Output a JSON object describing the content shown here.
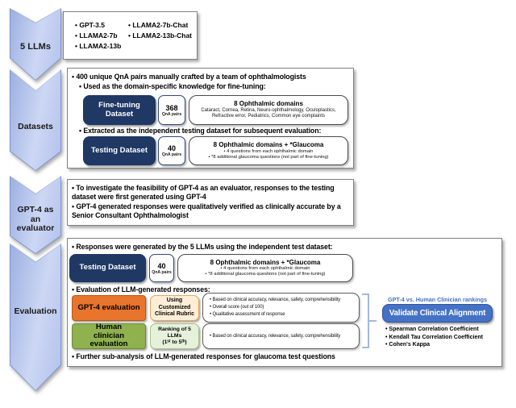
{
  "colors": {
    "stage_chevron_blue": "#b7c6ec",
    "dataset_navy": "#1f3864",
    "gpt4_orange": "#e8752b",
    "rubric_cream": "#fdeed8",
    "clinician_green": "#8fb14e",
    "ranking_light_green": "#e6f1dc",
    "alignment_blue": "#4472c4"
  },
  "stages": [
    {
      "label": "5 LLMs"
    },
    {
      "label": "Datasets"
    },
    {
      "label": "GPT-4 as an evaluator"
    },
    {
      "label": "Evaluation"
    }
  ],
  "llms": {
    "col1": [
      "GPT-3.5",
      "LLAMA2-7b",
      "LLAMA2-13b"
    ],
    "col2": [
      "LLAMA2-7b-Chat",
      "LLAMA2-13b-Chat"
    ]
  },
  "datasets": {
    "bullet_main": "400 unique QnA pairs manually crafted by a team of ophthalmologists",
    "bullet_finetune": "Used as the domain-specific knowledge for fine-tuning:",
    "bullet_testing": "Extracted as the independent testing dataset for subsequent evaluation:",
    "finetune_row": {
      "name": "Fine-tuning Dataset",
      "count": "368",
      "count_unit": "QnA pairs",
      "domains_title": "8 Ophthalmic domains",
      "domains_text": "Cataract, Cornea, Retina, Neuro-ophthalmology, Oculoplastics, Refractive error, Pediatrics, Common eye complaints"
    },
    "testing_row": {
      "name": "Testing Dataset",
      "count": "40",
      "count_unit": "QnA pairs",
      "domains_title": "8 Ophthalmic domains + *Glaucoma",
      "detail1": "4 questions from each ophthalmic domain",
      "detail2": "*8 additional glaucoma questions (not part of fine-tuning)"
    }
  },
  "gpt4_evaluator": {
    "bullet1": "To investigate the feasibility of GPT-4 as an evaluator, responses to the testing dataset were first generated using GPT-4",
    "bullet2": "GPT-4 generated responses were qualitatively verified as clinically accurate by a Senior Consultant Ophthalmologist"
  },
  "evaluation": {
    "bullet_responses": "Responses were generated by the 5 LLMs using the independent test dataset:",
    "bullet_eval": "Evaluation of LLM-generated responses:",
    "bullet_subanalysis": "Further sub-analysis of LLM-generated responses for glaucoma test questions",
    "gpt4_row": {
      "label": "GPT-4 evaluation",
      "method_line1": "Using Customized",
      "method_line2": "Clinical Rubric",
      "criteria": [
        "Based on clinical accuracy, relevance, safety, comprehensibility",
        "Overall score (out of 100)",
        "Qualitative assessment of response"
      ]
    },
    "human_row": {
      "label": "Human clinician evaluation",
      "method_line1": "Ranking of 5 LLMs",
      "method_line2": "(1ˢᵗ to 5ᵗʰ)",
      "criteria": [
        "Based on clinical accuracy, relevance, safety, comprehensibility"
      ]
    },
    "alignment": {
      "heading": "GPT-4 vs. Human Clinician rankings",
      "button_label": "Validate Clinical Alignment",
      "metrics": [
        "Spearman Correlation Coefficient",
        "Kendall Tau Correlation Coefficient",
        "Cohen's Kappa"
      ]
    }
  }
}
